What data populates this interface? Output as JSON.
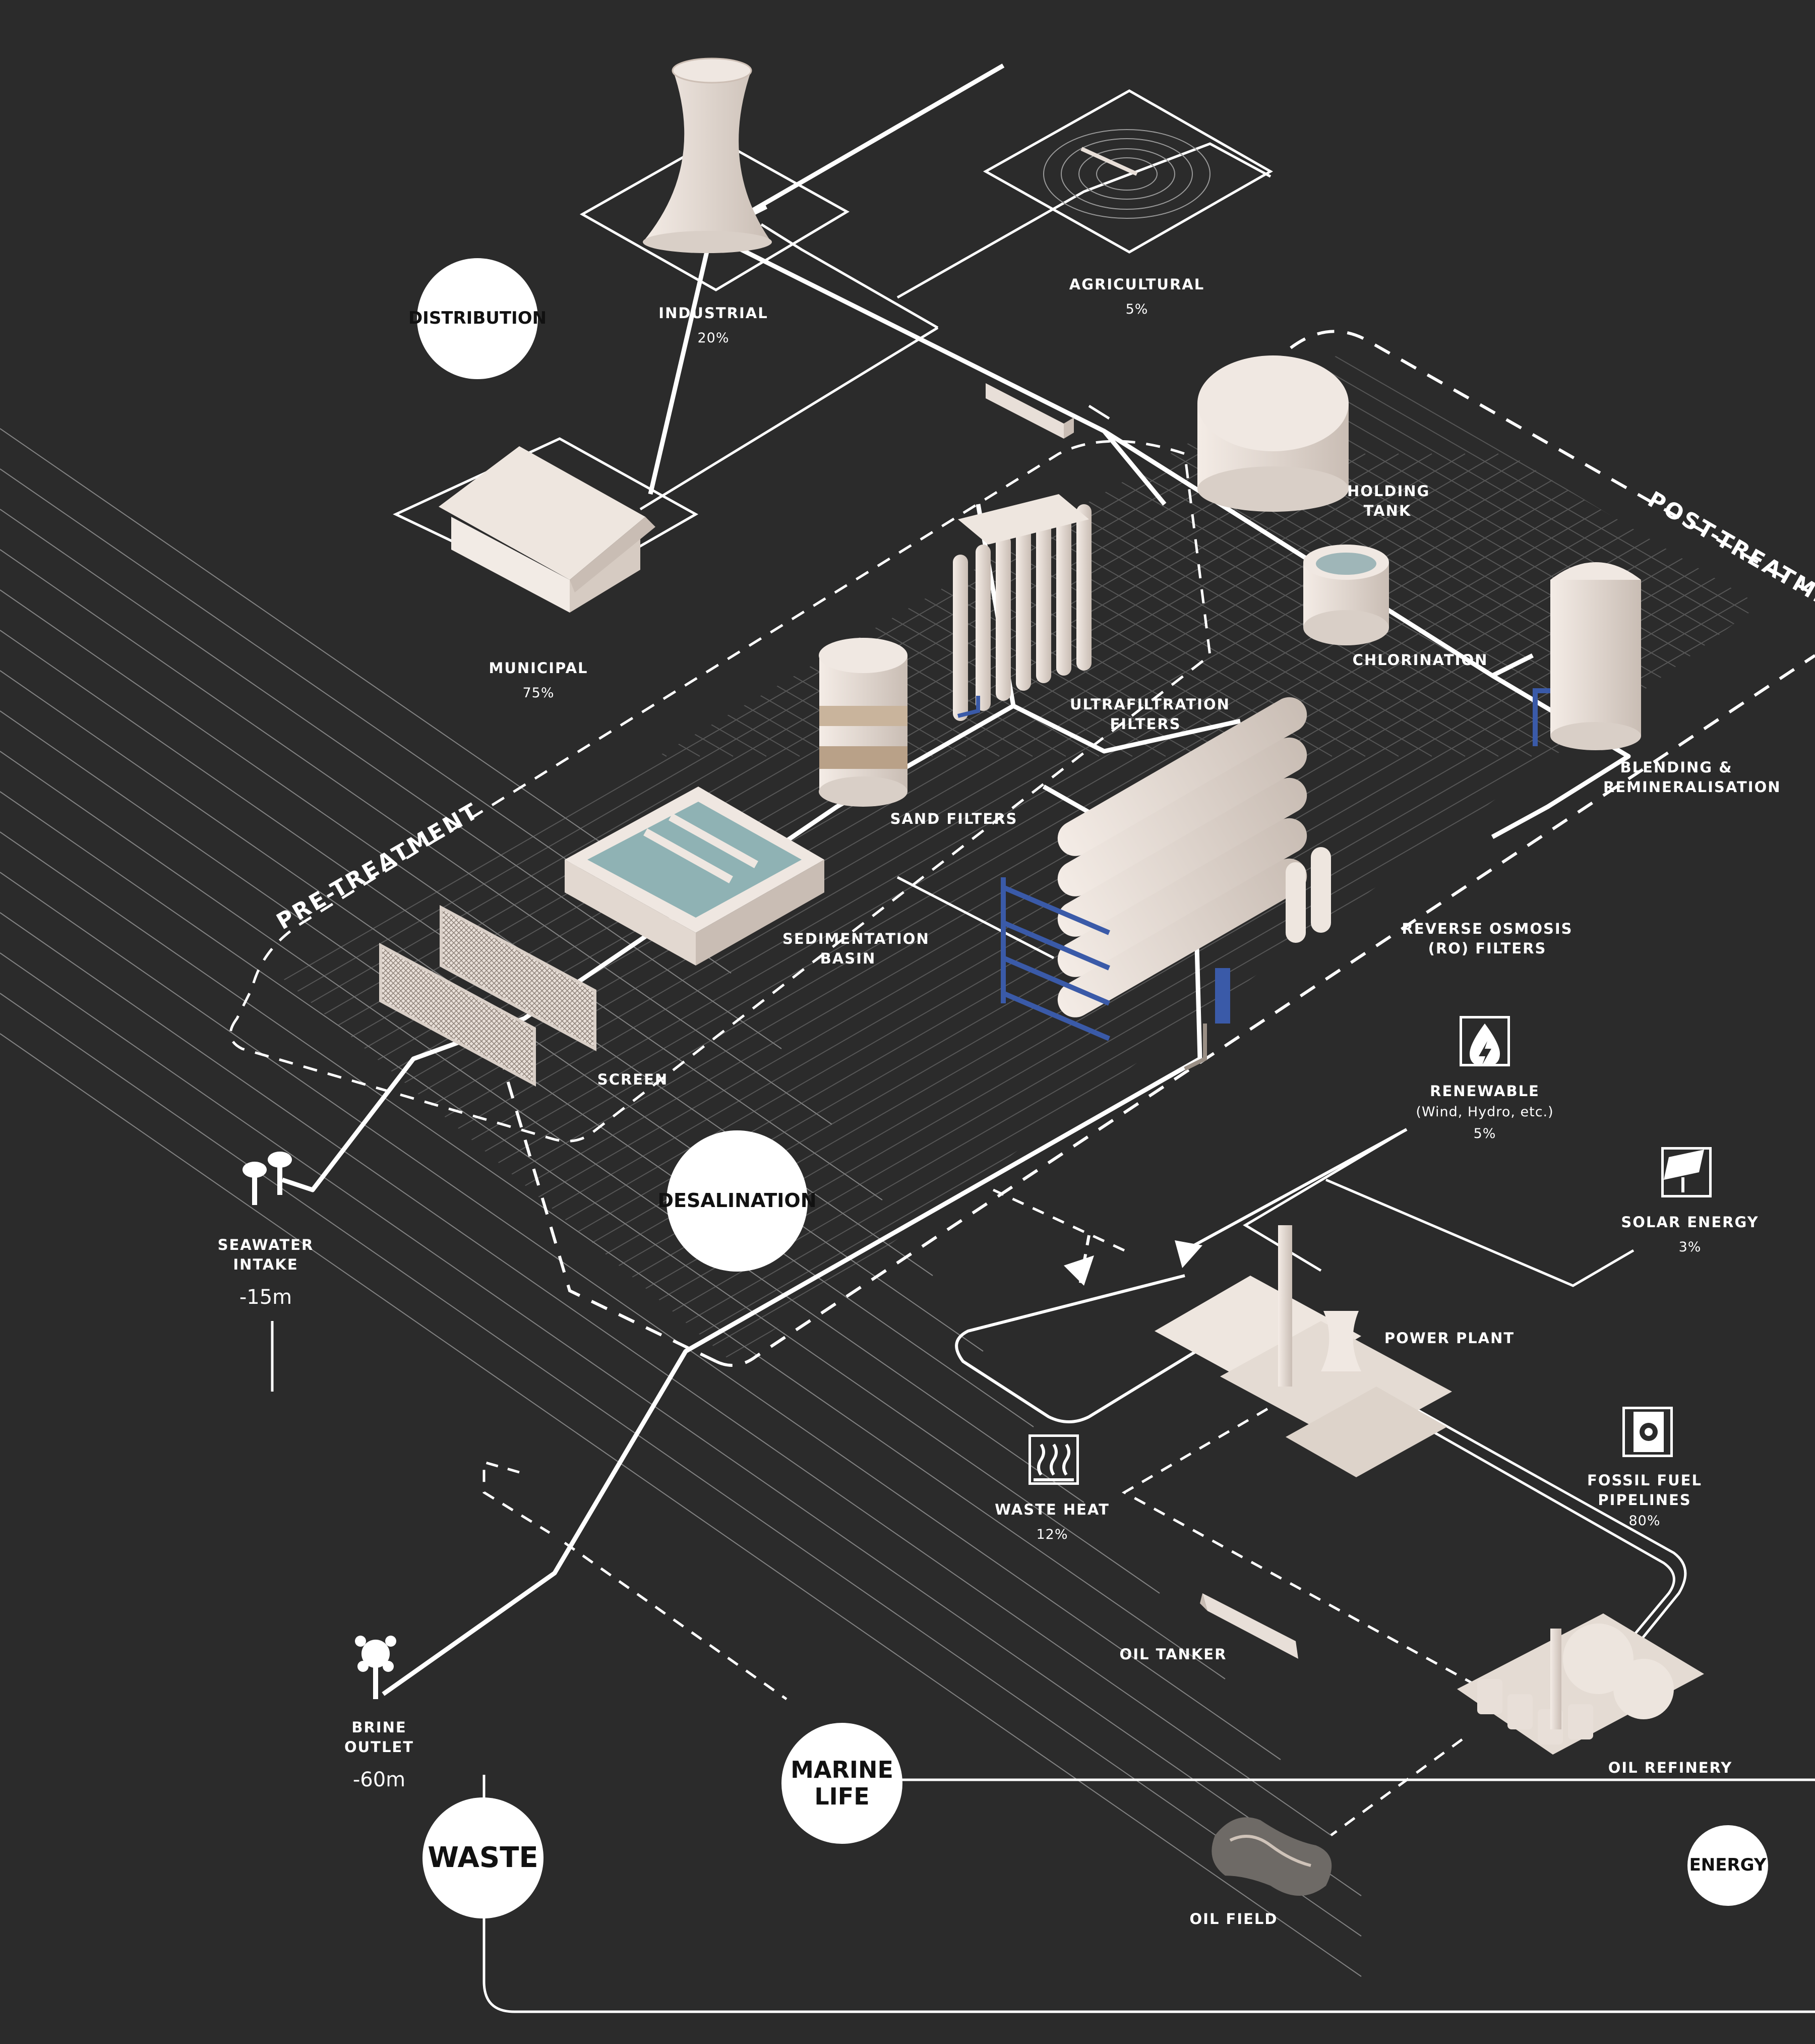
{
  "hubs": {
    "distribution": "DISTRIBUTION",
    "desalination": "DESALINATION",
    "marine_life": "MARINE LIFE",
    "waste": "WASTE",
    "energy": "ENERGY"
  },
  "sections": {
    "pre_treatment": "PRE-TREATMENT",
    "post_treatment": "POST-TREATMENT"
  },
  "distribution": {
    "industrial": {
      "label": "INDUSTRIAL",
      "share": "20%"
    },
    "agricultural": {
      "label": "AGRICULTURAL",
      "share": "5%"
    },
    "municipal": {
      "label": "MUNICIPAL",
      "share": "75%"
    }
  },
  "process": {
    "holding_tank": "HOLDING TANK",
    "chlorination": "CHLORINATION",
    "ultrafiltration": "ULTRAFILTRATION FILTERS",
    "blending": "BLENDING & REMINERALISATION",
    "sand_filters": "SAND FILTERS",
    "sedimentation": "SEDIMENTATION BASIN",
    "reverse_osmosis": "REVERSE OSMOSIS (RO) FILTERS",
    "screen": "SCREEN"
  },
  "intake": {
    "label": "SEAWATER INTAKE",
    "depth": "-15m"
  },
  "outlet": {
    "label": "BRINE OUTLET",
    "depth": "-60m"
  },
  "energy": {
    "renewable": {
      "label": "RENEWABLE",
      "note": "(Wind, Hydro, etc.)",
      "share": "5%",
      "icon": "water-energy-icon"
    },
    "solar": {
      "label": "SOLAR ENERGY",
      "share": "3%",
      "icon": "solar-panel-icon"
    },
    "power_plant": "POWER PLANT",
    "waste_heat": {
      "label": "WASTE HEAT",
      "share": "12%",
      "icon": "heat-icon"
    },
    "fossil": {
      "label": "FOSSIL FUEL PIPELINES",
      "share": "80%",
      "icon": "oil-barrel-icon"
    },
    "oil_tanker": "OIL TANKER",
    "oil_refinery": "OIL REFINERY",
    "oil_field": "OIL FIELD"
  },
  "colors": {
    "background": "#2b2b2b",
    "line": "#ffffff",
    "model": "#e8dfd8",
    "pipe_blue": "#3a5aa8"
  }
}
